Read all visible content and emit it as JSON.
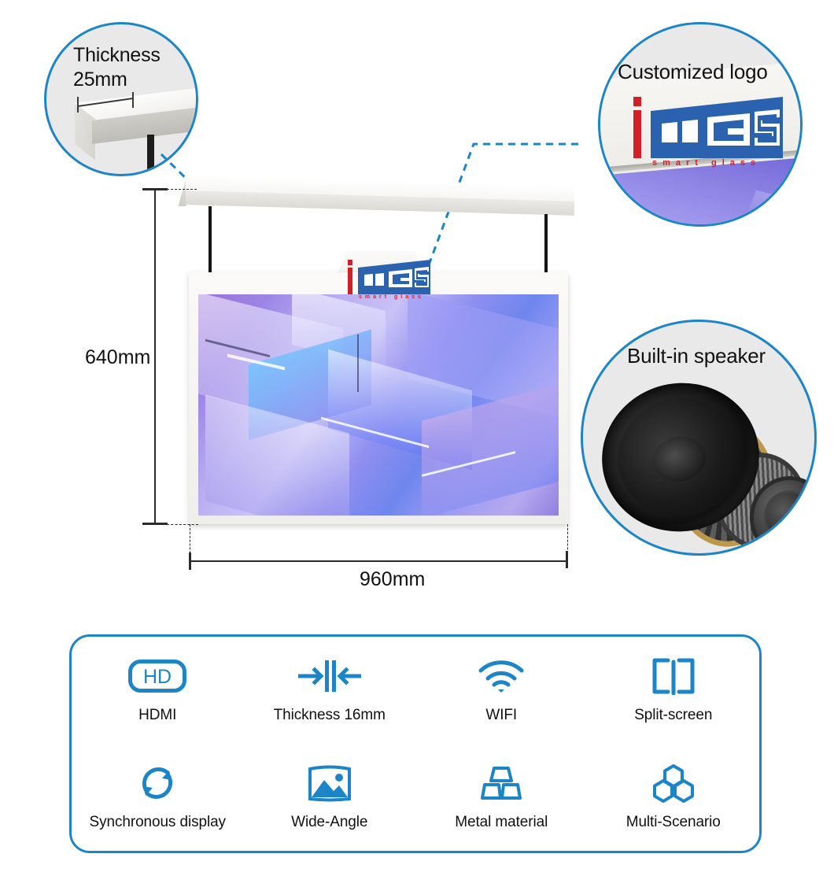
{
  "accent_color": "#1c85c8",
  "brand": {
    "name": "iMGS",
    "tagline": "smart glass",
    "logo_blue": "#2a62b0",
    "logo_red": "#d31f26"
  },
  "callouts": [
    {
      "id": "thickness",
      "title": "Thickness\n25mm",
      "icon": "mount-bar-thickness-illustration"
    },
    {
      "id": "logo",
      "title": "Customized logo",
      "icon": "imgs-logo-plate-illustration"
    },
    {
      "id": "speaker",
      "title": "Built-in speaker",
      "icon": "loudspeaker-driver-illustration"
    }
  ],
  "dimensions": {
    "height_label": "640mm",
    "width_label": "960mm"
  },
  "features": [
    {
      "label": "HDMI",
      "icon": "hd-badge-icon",
      "icon_text": "HD"
    },
    {
      "label": "Thickness 16mm",
      "icon": "thickness-arrows-icon"
    },
    {
      "label": "WIFI",
      "icon": "wifi-icon"
    },
    {
      "label": "Split-screen",
      "icon": "split-screen-icon"
    },
    {
      "label": "Synchronous display",
      "icon": "sync-refresh-icon"
    },
    {
      "label": "Wide-Angle",
      "icon": "image-landscape-icon"
    },
    {
      "label": "Metal material",
      "icon": "metal-ingots-icon"
    },
    {
      "label": "Multi-Scenario",
      "icon": "hexagons-icon"
    }
  ]
}
